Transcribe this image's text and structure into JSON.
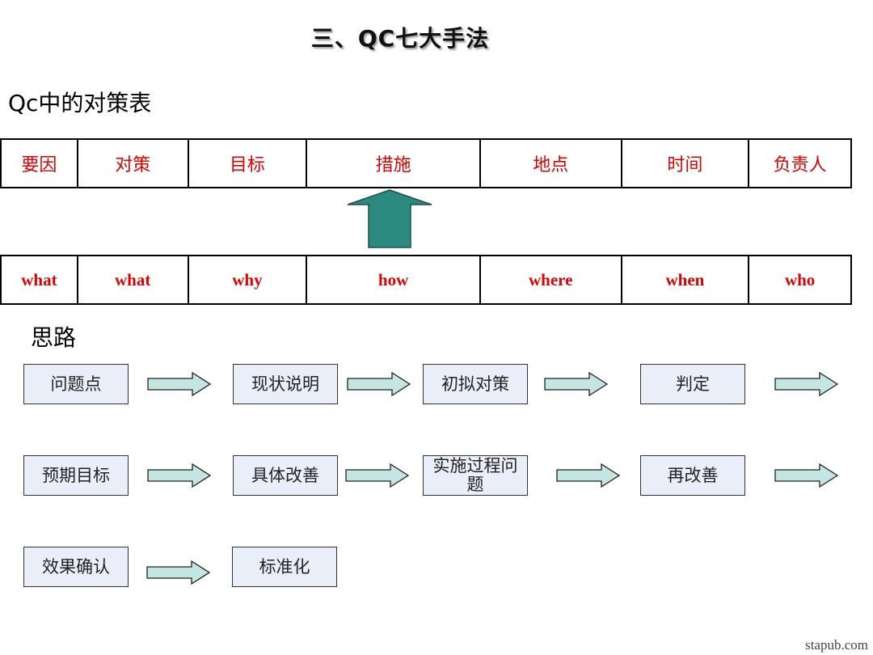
{
  "title": "三、QC七大手法",
  "subtitle": "Qc中的对策表",
  "table": {
    "cn_headers": [
      "要因",
      "对策",
      "目标",
      "措施",
      "地点",
      "时间",
      "负责人"
    ],
    "en_headers": [
      "what",
      "what",
      "why",
      "how",
      "where",
      "when",
      "who"
    ]
  },
  "arrow_up": {
    "icon": "up-arrow-icon",
    "color": "#2a8a7f"
  },
  "section_title": "思路",
  "flow": {
    "steps": [
      "问题点",
      "现状说明",
      "初拟对策",
      "判定",
      "预期目标",
      "具体改善",
      "实施过程问题",
      "再改善",
      "效果确认",
      "标准化"
    ],
    "arrow_color": "#c3e6e3"
  },
  "watermark": "stapub.com"
}
